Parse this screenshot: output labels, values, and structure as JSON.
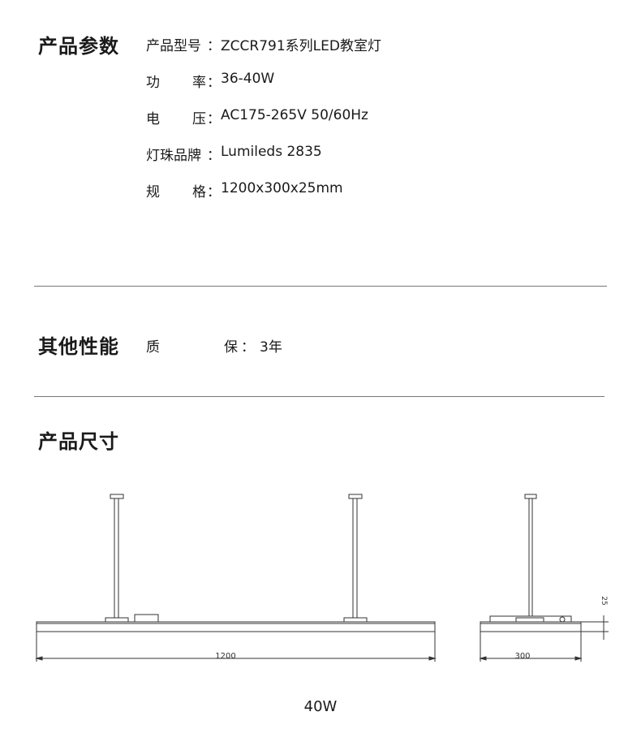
{
  "params": {
    "title": "产品参数",
    "rows": [
      {
        "label_a": "产品型号",
        "label_b": "",
        "sep": "：",
        "value": "ZCCR791系列LED教室灯"
      },
      {
        "label_a": "功",
        "label_b": "率",
        "sep": "：",
        "value": "36-40W"
      },
      {
        "label_a": "电",
        "label_b": "压",
        "sep": "：",
        "value": "AC175-265V 50/60Hz"
      },
      {
        "label_a": "灯珠品牌",
        "label_b": "",
        "sep": "：",
        "value": "Lumileds 2835"
      },
      {
        "label_a": "规",
        "label_b": "格",
        "sep": "：",
        "value": "1200x300x25mm"
      }
    ]
  },
  "other": {
    "title": "其他性能",
    "label_a": "质",
    "label_b": "保",
    "sep": "：",
    "value": "3年"
  },
  "size": {
    "title": "产品尺寸",
    "dim_length": "1200",
    "dim_width": "300",
    "dim_height": "25",
    "caption": "40W"
  }
}
